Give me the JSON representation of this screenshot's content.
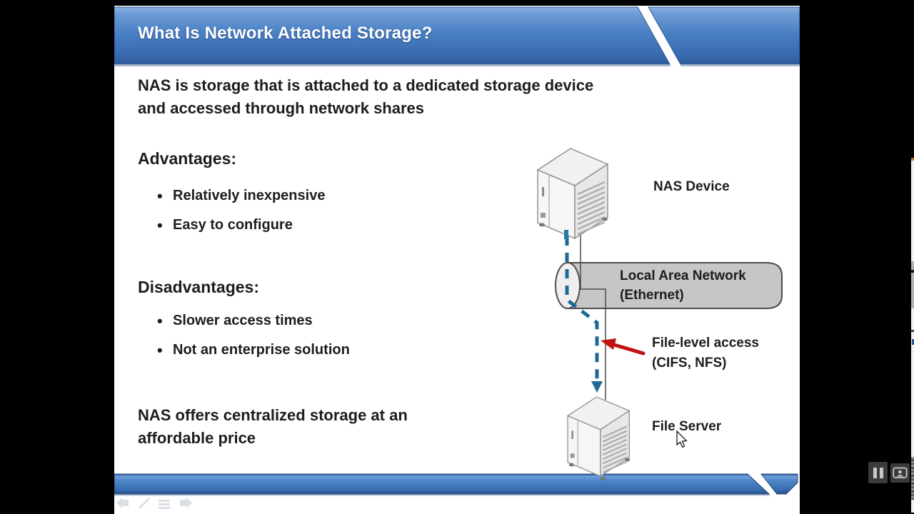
{
  "slide": {
    "title": "What Is Network Attached Storage?",
    "intro_lines": [
      "NAS is storage that is attached to a dedicated storage device",
      "and accessed through network shares"
    ],
    "advantages_heading": "Advantages:",
    "advantages": [
      "Relatively inexpensive",
      "Easy to configure"
    ],
    "disadvantages_heading": "Disadvantages:",
    "disadvantages": [
      "Slower access times",
      "Not an enterprise solution"
    ],
    "closing_lines": [
      "NAS offers centralized storage at an",
      "affordable price"
    ]
  },
  "diagram": {
    "nas_device_label": "NAS Device",
    "lan_label_lines": [
      "Local Area Network",
      "(Ethernet)"
    ],
    "file_access_label_lines": [
      "File-level access",
      "(CIFS, NFS)"
    ],
    "file_server_label": "File Server"
  },
  "nav_icons": [
    "back-arrow",
    "pen",
    "menu",
    "forward-arrow"
  ],
  "player_icons": [
    "pause",
    "presenter-video"
  ],
  "colors": {
    "header_blue": "#4a80c4",
    "footer_blue": "#4076bb",
    "dash_blue": "#1e6a96",
    "arrow_red": "#c11212",
    "cylinder_gray": "#c6c6c6",
    "text_dark": "#1d1d1d"
  }
}
